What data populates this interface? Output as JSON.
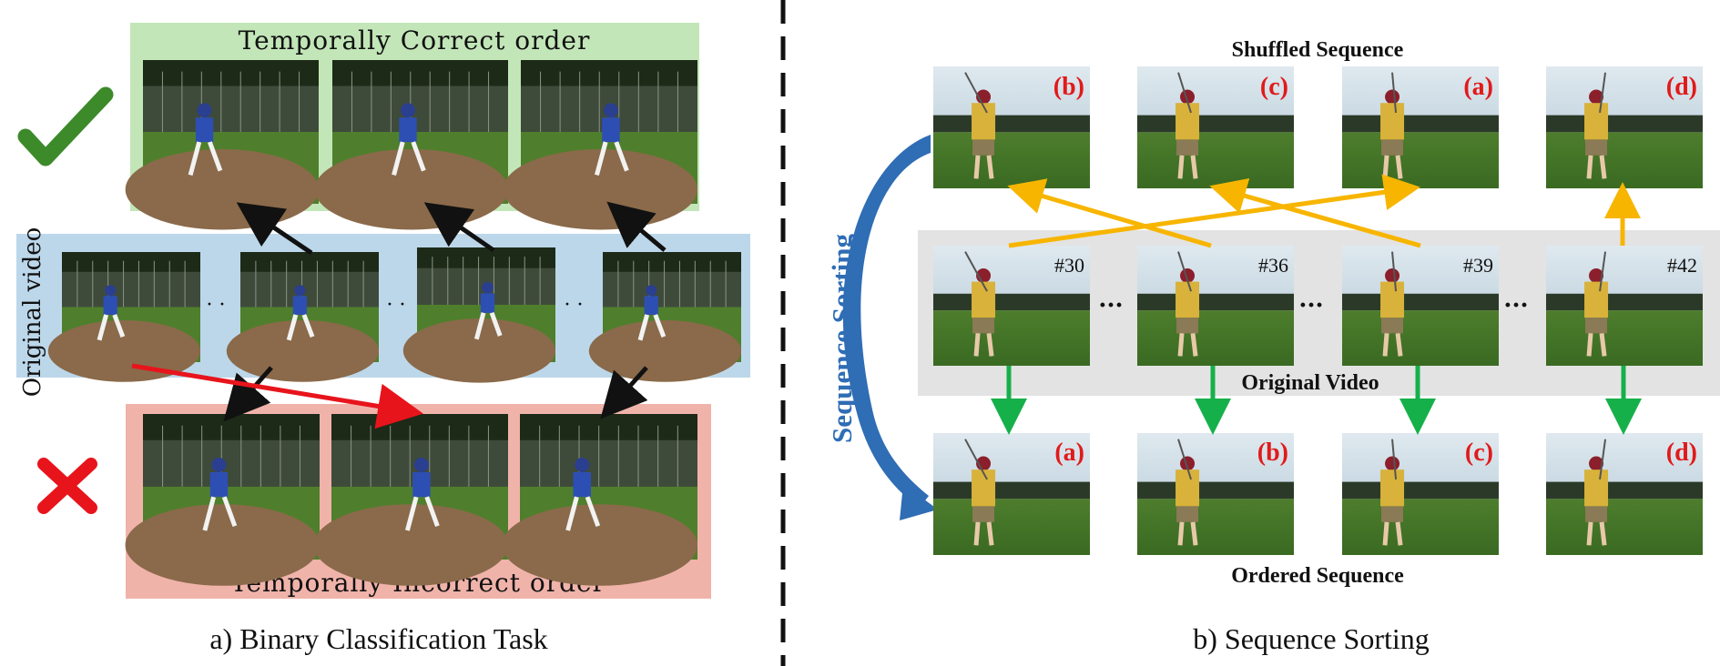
{
  "left_panel": {
    "top_box_title": "Temporally Correct order",
    "bottom_box_title": "Temporally Incorrect order",
    "side_label": "Original video",
    "ellipsis": "· ·",
    "caption": "a) Binary Classification Task",
    "check_icon": "check-icon",
    "cross_icon": "cross-icon",
    "colors": {
      "correct_bg": "#c2e6b8",
      "video_bg": "#bcd7ea",
      "incorrect_bg": "#f0b3aa",
      "check": "#3c8a2a",
      "cross": "#e8141c",
      "arrow_black": "#111111",
      "arrow_red": "#e8141c"
    }
  },
  "right_panel": {
    "shuffled_title": "Shuffled Sequence",
    "original_title": "Original Video",
    "ordered_title": "Ordered Sequence",
    "sorting_label": "Sequence Sorting",
    "ellipsis": "···",
    "shuffled_labels": [
      "(b)",
      "(c)",
      "(a)",
      "(d)"
    ],
    "frame_numbers": [
      "#30",
      "#36",
      "#39",
      "#42"
    ],
    "ordered_labels": [
      "(a)",
      "(b)",
      "(c)",
      "(d)"
    ],
    "caption": "b) Sequence Sorting",
    "colors": {
      "label_red": "#e11a1a",
      "gray_bg": "#e3e3e3",
      "arrow_orange": "#f7b500",
      "arrow_green": "#16b04a",
      "arrow_blue": "#2f6db5"
    }
  }
}
